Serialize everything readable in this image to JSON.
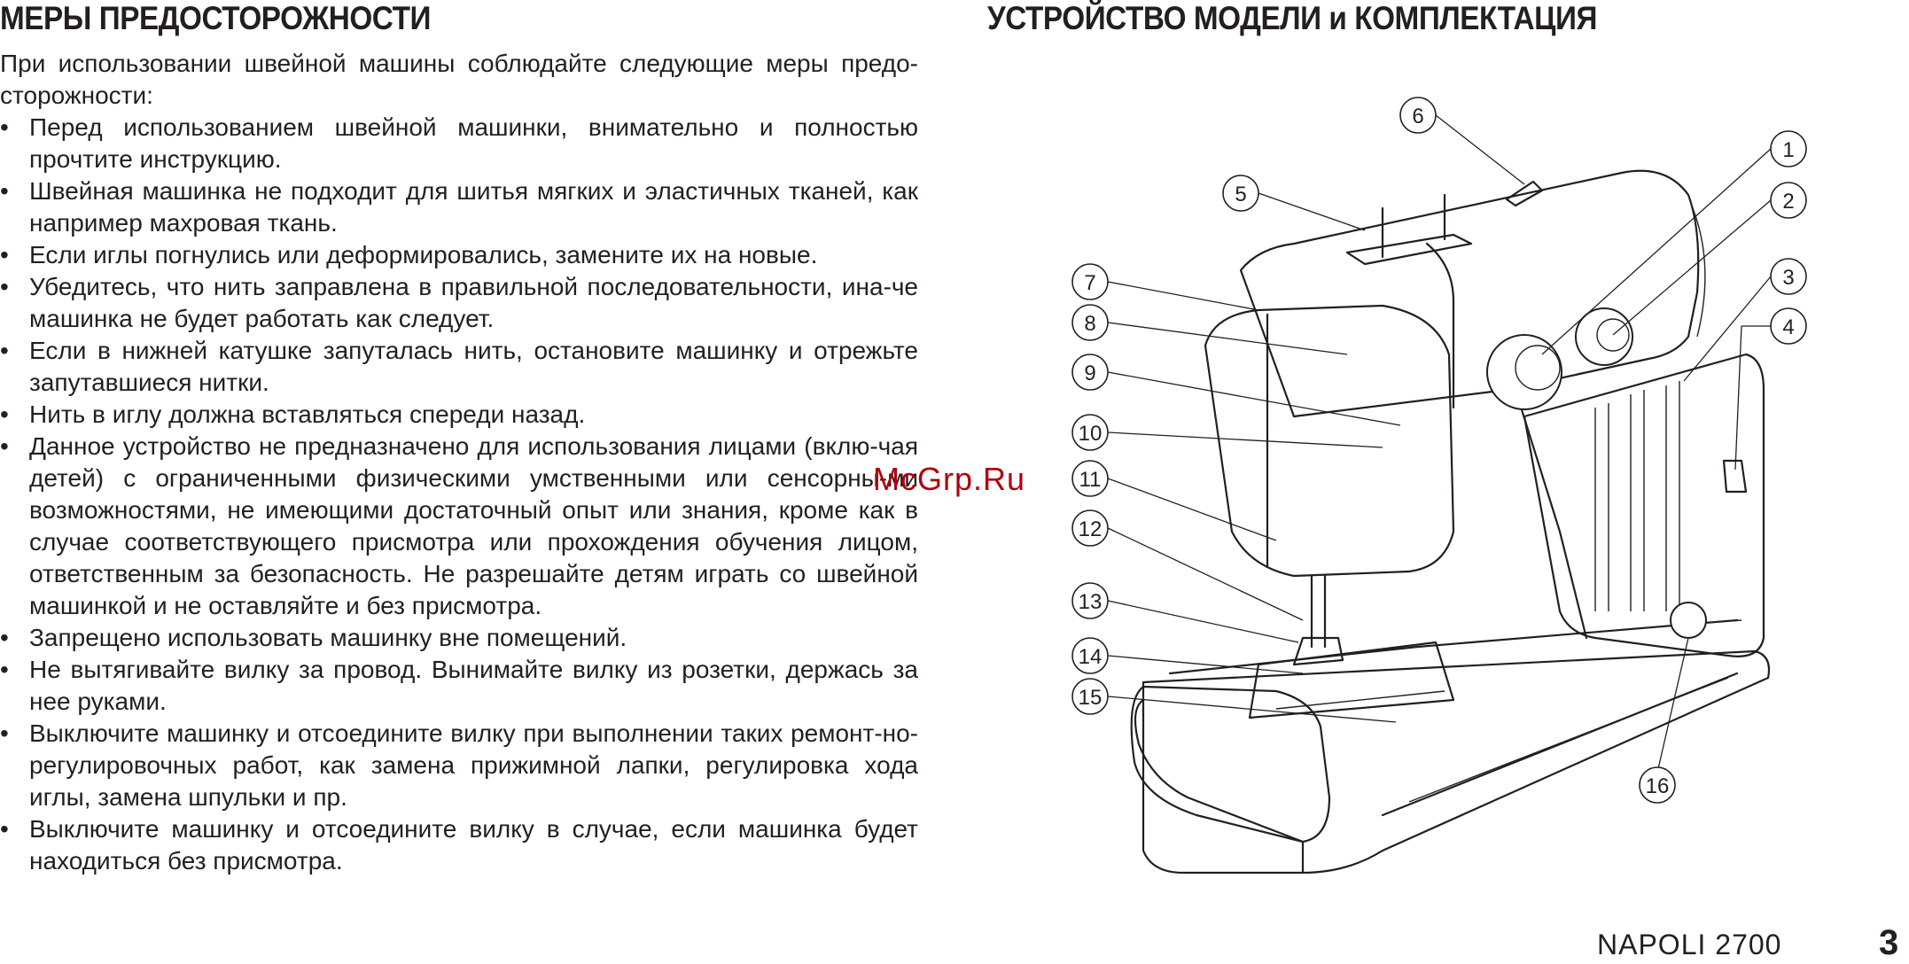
{
  "left": {
    "heading": "МЕРЫ ПРЕДОСТОРОЖНОСТИ",
    "intro": "При использовании швейной машины соблюдайте следующие меры предо-сторожности:",
    "bullet": "•",
    "rules": [
      "Перед использованием швейной машинки, внимательно и полностью прочтите инструкцию.",
      "Швейная машинка не подходит для шитья мягких и эластичных тканей, как например махровая ткань.",
      "Если иглы погнулись или деформировались, замените их на новые.",
      "Убедитесь, что нить заправлена в правильной последовательности, ина-че машинка не будет работать как следует.",
      "Если в нижней катушке запуталась нить, остановите машинку и отрежьте запутавшиеся нитки.",
      "Нить в иглу должна вставляться спереди назад.",
      "Данное устройство не предназначено для использования лицами (вклю-чая детей) с ограниченными физическими умственными или сенсорны-ми возможностями, не имеющими достаточный опыт или знания, кроме как в случае соответствующего присмотра или прохождения обучения лицом, ответственным за безопасность. Не разрешайте детям играть со швейной машинкой и не оставляйте и без присмотра.",
      "Запрещено использовать машинку вне помещений.",
      "Не вытягивайте вилку за провод. Вынимайте вилку из розетки, держась за нее руками.",
      "Выключите машинку и отсоедините вилку при выполнении таких ремонт-но-регулировочных работ, как замена прижимной лапки, регулировка хода иглы, замена шпульки и пр.",
      "Выключите машинку и отсоедините вилку в случае, если машинка будет находиться без присмотра."
    ]
  },
  "right": {
    "heading": "УСТРОЙСТВО МОДЕЛИ и КОМПЛЕКТАЦИЯ",
    "callouts": [
      "1",
      "2",
      "3",
      "4",
      "5",
      "6",
      "7",
      "8",
      "9",
      "10",
      "11",
      "12",
      "13",
      "14",
      "15",
      "16"
    ]
  },
  "watermark": "McGrp.Ru",
  "footer": {
    "model": "NAPOLI 2700",
    "page": "3"
  },
  "colors": {
    "text": "#231f20",
    "watermark": "#b0000f",
    "background": "#ffffff"
  }
}
